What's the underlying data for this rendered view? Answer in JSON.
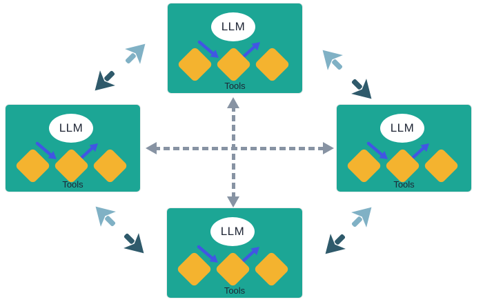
{
  "colors": {
    "box_teal": "#1CA695",
    "diamond_yellow": "#F4B32F",
    "arrow_blue": "#4156E3",
    "connector_gray": "#8793A3",
    "flow_light": "#80B1C5",
    "flow_dark": "#2F5A6B",
    "text_dark": "#1D2433",
    "bg": "#FFFFFF"
  },
  "boxes": [
    {
      "id": "top",
      "llm_label": "LLM",
      "tools_label": "Tools"
    },
    {
      "id": "left",
      "llm_label": "LLM",
      "tools_label": "Tools"
    },
    {
      "id": "right",
      "llm_label": "LLM",
      "tools_label": "Tools"
    },
    {
      "id": "bottom",
      "llm_label": "LLM",
      "tools_label": "Tools"
    }
  ],
  "connectors": [
    {
      "id": "horizontal",
      "style": "dashed",
      "arrowheads": "both-ends",
      "between": [
        "left",
        "right"
      ]
    },
    {
      "id": "vertical",
      "style": "dashed",
      "arrowheads": "both-ends",
      "between": [
        "top",
        "bottom"
      ]
    }
  ],
  "flow_arrows": [
    {
      "id": "tl-light",
      "tone": "light",
      "direction": "up-right",
      "between": [
        "left",
        "top"
      ]
    },
    {
      "id": "tl-dark",
      "tone": "dark",
      "direction": "down-left",
      "between": [
        "top",
        "left"
      ]
    },
    {
      "id": "tr-light",
      "tone": "light",
      "direction": "up-left",
      "between": [
        "right",
        "top"
      ]
    },
    {
      "id": "tr-dark",
      "tone": "dark",
      "direction": "down-right",
      "between": [
        "top",
        "right"
      ]
    },
    {
      "id": "bl-light",
      "tone": "light",
      "direction": "up-left",
      "between": [
        "bottom",
        "left"
      ]
    },
    {
      "id": "bl-dark",
      "tone": "dark",
      "direction": "down-right",
      "between": [
        "left",
        "bottom"
      ]
    },
    {
      "id": "br-light",
      "tone": "light",
      "direction": "up-right",
      "between": [
        "bottom",
        "right"
      ]
    },
    {
      "id": "br-dark",
      "tone": "dark",
      "direction": "down-left",
      "between": [
        "right",
        "bottom"
      ]
    }
  ]
}
